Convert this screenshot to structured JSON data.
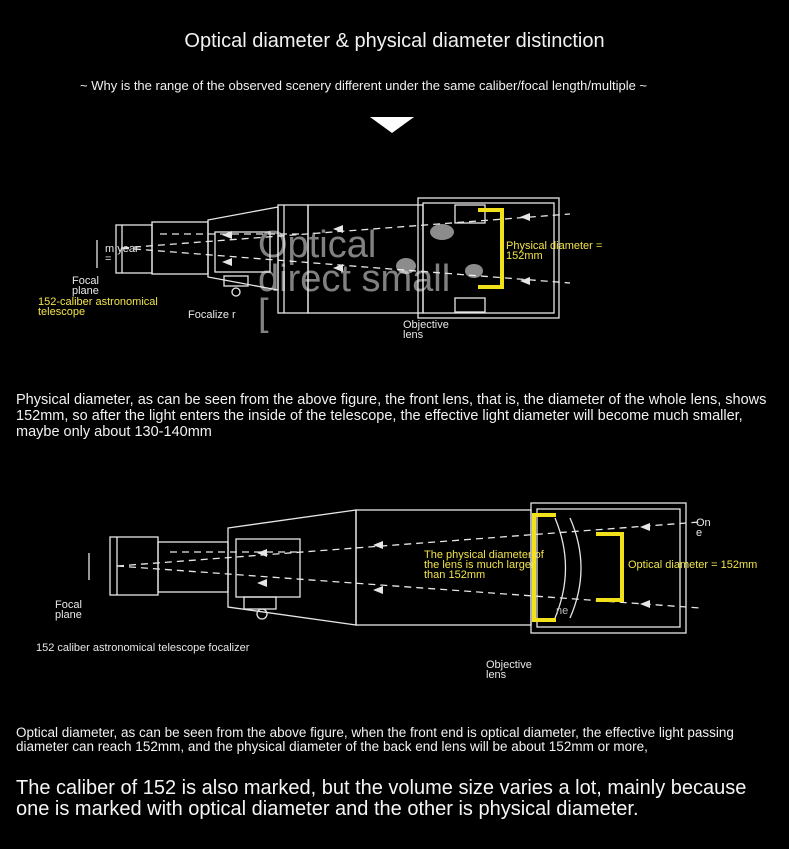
{
  "title": "Optical diameter & physical diameter distinction",
  "subtitle": "~ Why is the range of the observed scenery different under the same caliber/focal length/multiple ~",
  "diagram1": {
    "eyepiece_label": "m year =",
    "focal_plane": "Focal plane",
    "telescope_label": "152-caliber astronomical telescope",
    "focalizer_label": "Focalize r",
    "objective_label": "Objective lens",
    "diameter_label": "Physical diameter = 152mm",
    "watermark_line1": "Optical",
    "watermark_line2": "direct small",
    "watermark_line3": "["
  },
  "paragraph1": "Physical diameter, as can be seen from the above figure, the front lens, that is, the diameter of the whole lens, shows 152mm, so after the light enters the inside of the telescope, the effective light diameter will become much smaller, maybe only about 130-140mm",
  "diagram2": {
    "focal_plane": "Focal plane",
    "telescope_label": "152 caliber astronomical telescope focalizer",
    "objective_label": "Objective lens",
    "physical_note": "The physical diameter of the lens is much larger than 152mm",
    "optical_label": "Optical diameter = 152mm",
    "one_label": "On e",
    "small_label": "ne"
  },
  "paragraph2": "Optical diameter, as can be seen from the above figure, when the front end is optical diameter, the effective light passing diameter can reach 152mm, and the physical diameter of the back end lens will be about 152mm or more,",
  "paragraph3": "The caliber of 152 is also marked, but the volume size varies a lot, mainly because one is marked with optical diameter and the other is physical diameter.",
  "colors": {
    "background": "#000000",
    "text": "#ffffff",
    "highlight": "#f2e01a"
  }
}
